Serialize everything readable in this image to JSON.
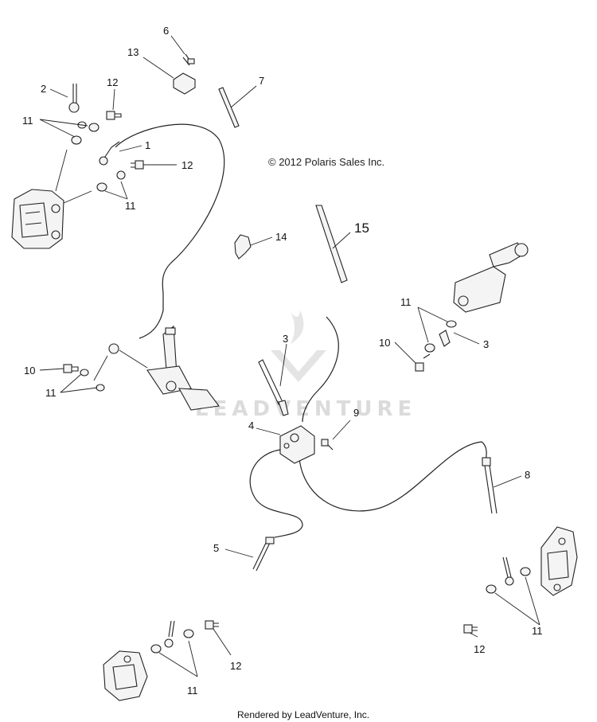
{
  "copyright": "© 2012 Polaris Sales Inc.",
  "footer": "Rendered by LeadVenture, Inc.",
  "watermark": "LEADVENTURE",
  "callouts": {
    "c1": "1",
    "c2": "2",
    "c3a": "3",
    "c3b": "3",
    "c4": "4",
    "c5": "5",
    "c6": "6",
    "c7": "7",
    "c8": "8",
    "c9": "9",
    "c10a": "10",
    "c10b": "10",
    "c11a": "11",
    "c11b": "11",
    "c11c": "11",
    "c11d": "11",
    "c11e": "11",
    "c11f": "11",
    "c12a": "12",
    "c12b": "12",
    "c12c": "12",
    "c12d": "12",
    "c13": "13",
    "c14": "14",
    "c15": "15"
  }
}
